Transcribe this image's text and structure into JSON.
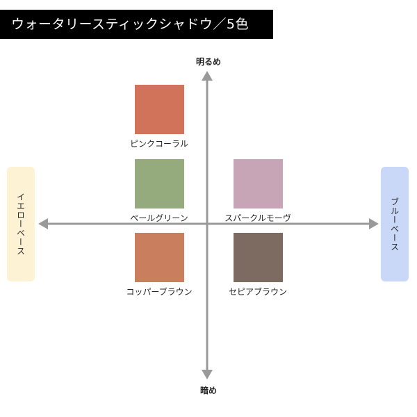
{
  "title": "ウォータリースティックシャドウ／5色",
  "axes": {
    "top": "明るめ",
    "bottom": "暗め",
    "left": "イエローベース",
    "right": "ブルーベース",
    "color": "#999999"
  },
  "side_colors": {
    "left": "#fdf3d4",
    "right": "#c9d8f7"
  },
  "swatches": [
    {
      "name": "ピンクコーラル",
      "color": "#d1735b"
    },
    {
      "name": "ペールグリーン",
      "color": "#95ab7e"
    },
    {
      "name": "スパークルモーヴ",
      "color": "#c7a5b7"
    },
    {
      "name": "コッパーブラウン",
      "color": "#c97e5e"
    },
    {
      "name": "セピアブラウン",
      "color": "#7d6b61"
    }
  ]
}
